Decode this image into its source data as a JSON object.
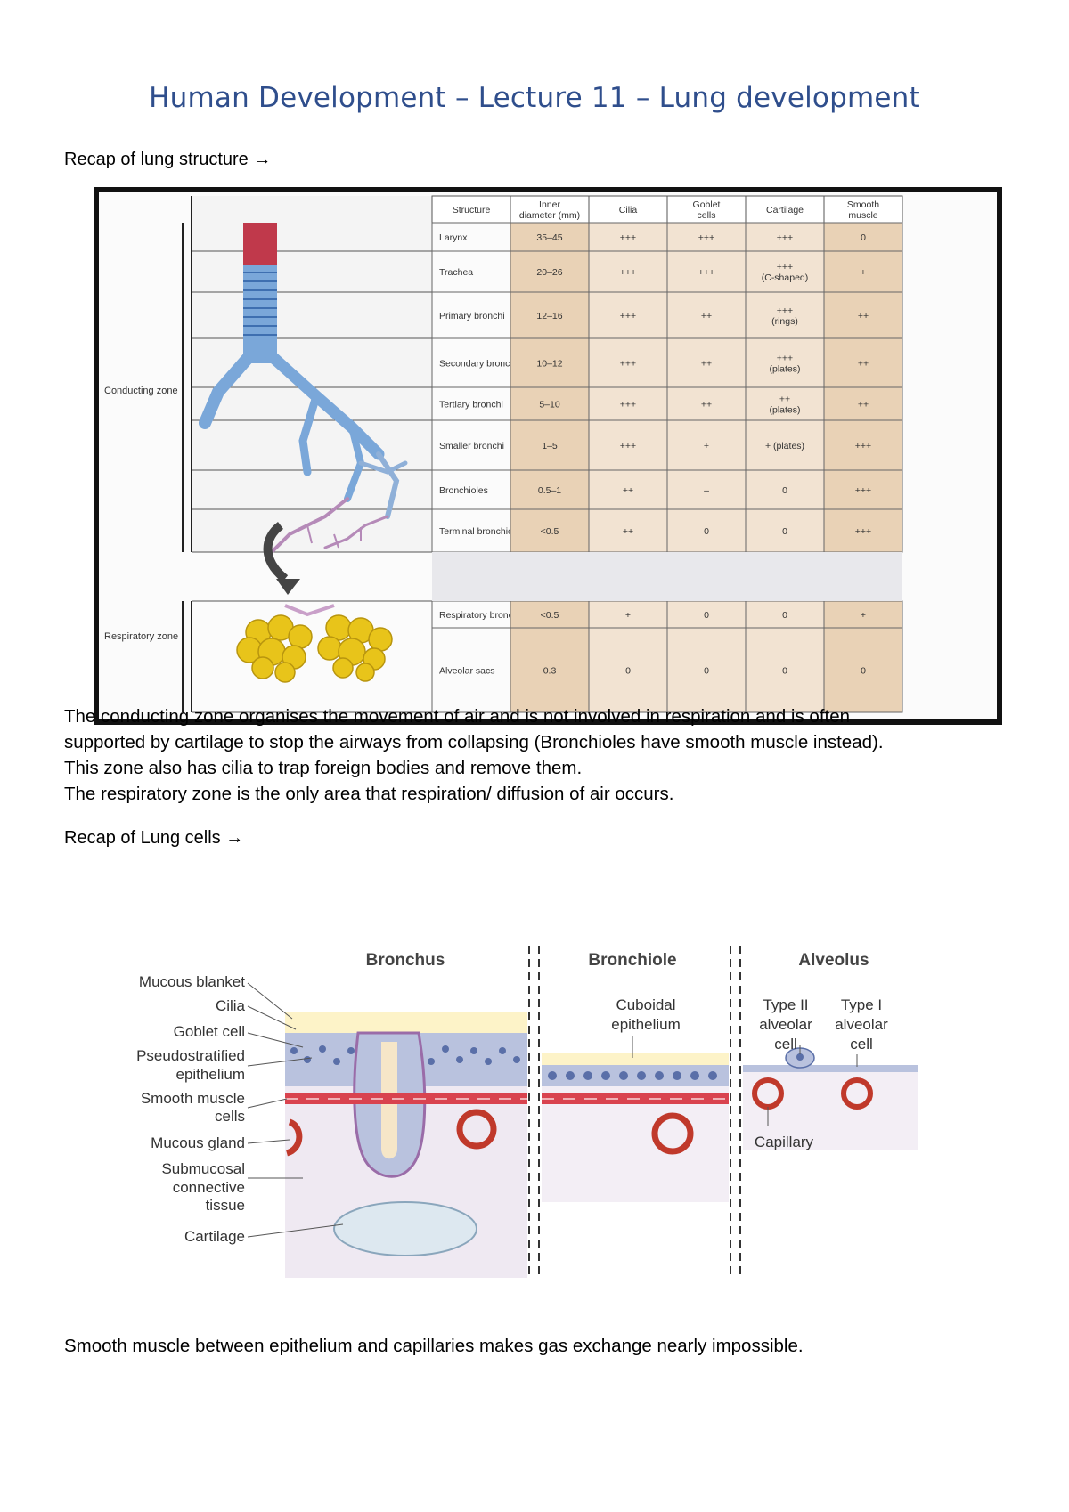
{
  "title": "Human Development – Lecture 11 – Lung development",
  "recap_structure": "Recap of lung structure →",
  "table": {
    "headers": [
      "Structure",
      "Inner diameter (mm)",
      "Cilia",
      "Goblet cells",
      "Cartilage",
      "Smooth muscle"
    ],
    "conducting_label": "Conducting zone",
    "respiratory_label": "Respiratory zone",
    "conducting_rows": [
      [
        "Larynx",
        "35–45",
        "+++",
        "+++",
        "+++",
        "0"
      ],
      [
        "Trachea",
        "20–26",
        "+++",
        "+++",
        "+++ (C-shaped)",
        "+"
      ],
      [
        "Primary bronchi",
        "12–16",
        "+++",
        "++",
        "+++ (rings)",
        "++"
      ],
      [
        "Secondary bronchi",
        "10–12",
        "+++",
        "++",
        "+++ (plates)",
        "++"
      ],
      [
        "Tertiary bronchi",
        "5–10",
        "+++",
        "++",
        "++ (plates)",
        "++"
      ],
      [
        "Smaller bronchi",
        "1–5",
        "+++",
        "+",
        "+ (plates)",
        "+++"
      ],
      [
        "Bronchioles",
        "0.5–1",
        "++",
        "–",
        "0",
        "+++"
      ],
      [
        "Terminal bronchioles",
        "<0.5",
        "++",
        "0",
        "0",
        "+++"
      ]
    ],
    "respiratory_rows": [
      [
        "Respiratory bronchioles",
        "<0.5",
        "+",
        "0",
        "0",
        "+"
      ],
      [
        "Alveolar sacs",
        "0.3",
        "0",
        "0",
        "0",
        "0"
      ]
    ]
  },
  "paragraph1": [
    "The conducting zone organises the movement of air and is not involved in respiration and is often",
    "supported by cartilage to stop the airways from collapsing (Bronchioles have smooth muscle instead).",
    "This zone also has cilia to trap foreign bodies and remove them.",
    "The respiratory zone is the only area that respiration/ diffusion of air occurs."
  ],
  "recap_cells": "Recap of Lung cells →",
  "cells_figure": {
    "sections": [
      "Bronchus",
      "Bronchiole",
      "Alveolus"
    ],
    "left_labels": [
      "Mucous blanket",
      "Cilia",
      "Goblet cell",
      "Pseudostratified",
      "epithelium",
      "Smooth muscle",
      "cells",
      "Mucous gland",
      "Submucosal",
      "connective",
      "tissue",
      "Cartilage"
    ],
    "bronchiole_label": [
      "Cuboidal",
      "epithelium"
    ],
    "type2_label": [
      "Type II",
      "alveolar",
      "cell"
    ],
    "type1_label": [
      "Type I",
      "alveolar",
      "cell"
    ],
    "capillary_label": "Capillary"
  },
  "closing": "Smooth muscle between epithelium and capillaries makes gas exchange nearly impossible."
}
